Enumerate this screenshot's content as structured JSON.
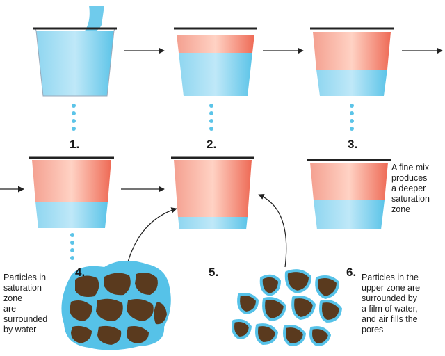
{
  "steps": [
    {
      "number": "1."
    },
    {
      "number": "2."
    },
    {
      "number": "3."
    },
    {
      "number": "4."
    },
    {
      "number": "5."
    },
    {
      "number": "6."
    }
  ],
  "captions": {
    "fine_mix": [
      "A fine mix",
      "produces",
      "a deeper",
      "saturation",
      "zone"
    ],
    "saturation_particles": [
      "Particles in",
      "saturation",
      "zone",
      "are",
      "surrounded",
      "by water"
    ],
    "upper_particles": [
      "Particles in the",
      "upper zone are",
      "surrounded by",
      "a film of water,",
      "and air fills the",
      "pores"
    ]
  },
  "colors": {
    "water": "#5cc4e8",
    "saturated_mix": "#ee7060",
    "cup_rim": "#222222",
    "soil": "#5a3a1e",
    "drip": "#5cc4e8"
  }
}
